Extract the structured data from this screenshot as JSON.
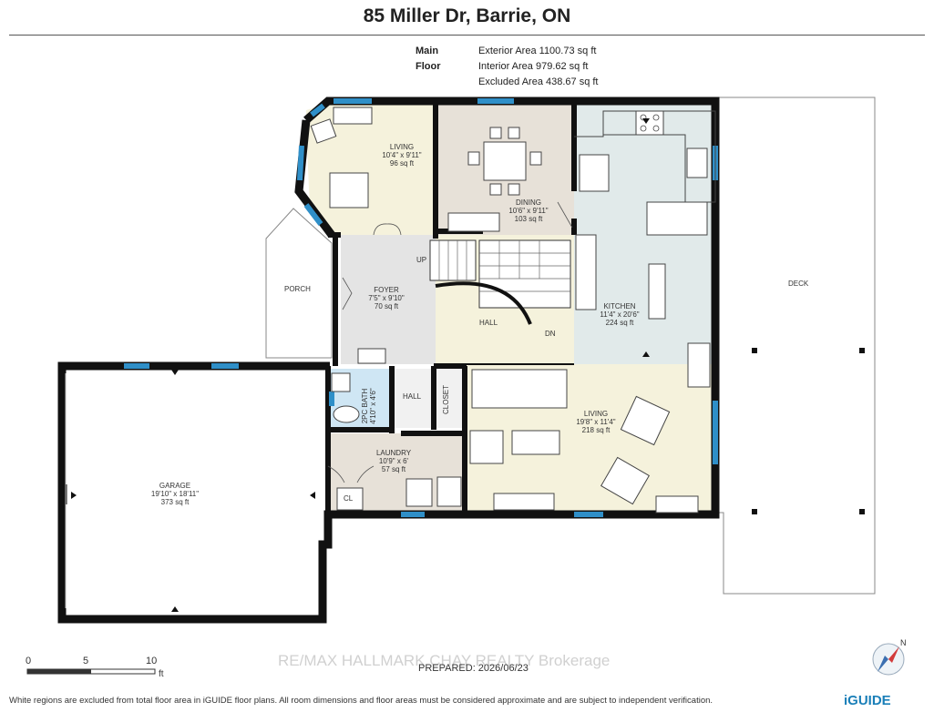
{
  "header": {
    "title": "85 Miller Dr, Barrie, ON"
  },
  "floor": {
    "label": "Main Floor",
    "exterior": "Exterior Area 1100.73 sq ft",
    "interior": "Interior Area 979.62 sq ft",
    "excluded": "Excluded Area 438.67 sq ft"
  },
  "rooms": {
    "living1": {
      "name": "LIVING",
      "dims": "10'4\" x 9'11\"",
      "area": "96 sq ft"
    },
    "dining": {
      "name": "DINING",
      "dims": "10'6\" x 9'11\"",
      "area": "103 sq ft"
    },
    "foyer": {
      "name": "FOYER",
      "dims": "7'5\" x 9'10\"",
      "area": "70 sq ft"
    },
    "kitchen": {
      "name": "KITCHEN",
      "dims": "11'4\" x 20'6\"",
      "area": "224 sq ft"
    },
    "living2": {
      "name": "LIVING",
      "dims": "19'8\" x 11'4\"",
      "area": "218 sq ft"
    },
    "laundry": {
      "name": "LAUNDRY",
      "dims": "10'9\" x 6'",
      "area": "57 sq ft"
    },
    "garage": {
      "name": "GARAGE",
      "dims": "19'10\" x 18'11\"",
      "area": "373 sq ft"
    },
    "bath": {
      "name": "2PC BATH",
      "dims": "4'10\" x 4'6\""
    }
  },
  "labels": {
    "porch": "PORCH",
    "deck": "DECK",
    "hall_main": "HALL",
    "hall_small": "HALL",
    "closet": "CLOSET",
    "cl": "CL",
    "up": "UP",
    "dn": "DN"
  },
  "scale": {
    "t0": "0",
    "t5": "5",
    "t10": "10",
    "unit": "ft"
  },
  "prepared": "PREPARED: 2026/06/23",
  "watermark": "RE/MAX HALLMARK CHAY REALTY  Brokerage",
  "footer": "White regions are excluded from total floor area in iGUIDE floor plans. All room dimensions and floor areas must be considered approximate and are subject to independent verification.",
  "brand": "iGUIDE",
  "compass_label": "N",
  "colors": {
    "wall": "#111111",
    "window": "#2f8fc8",
    "living": "#f5f2dc",
    "dining": "#e7e1d8",
    "foyer": "#e4e4e4",
    "kitchen": "#e1eaea",
    "bath": "#cfe6f4"
  }
}
